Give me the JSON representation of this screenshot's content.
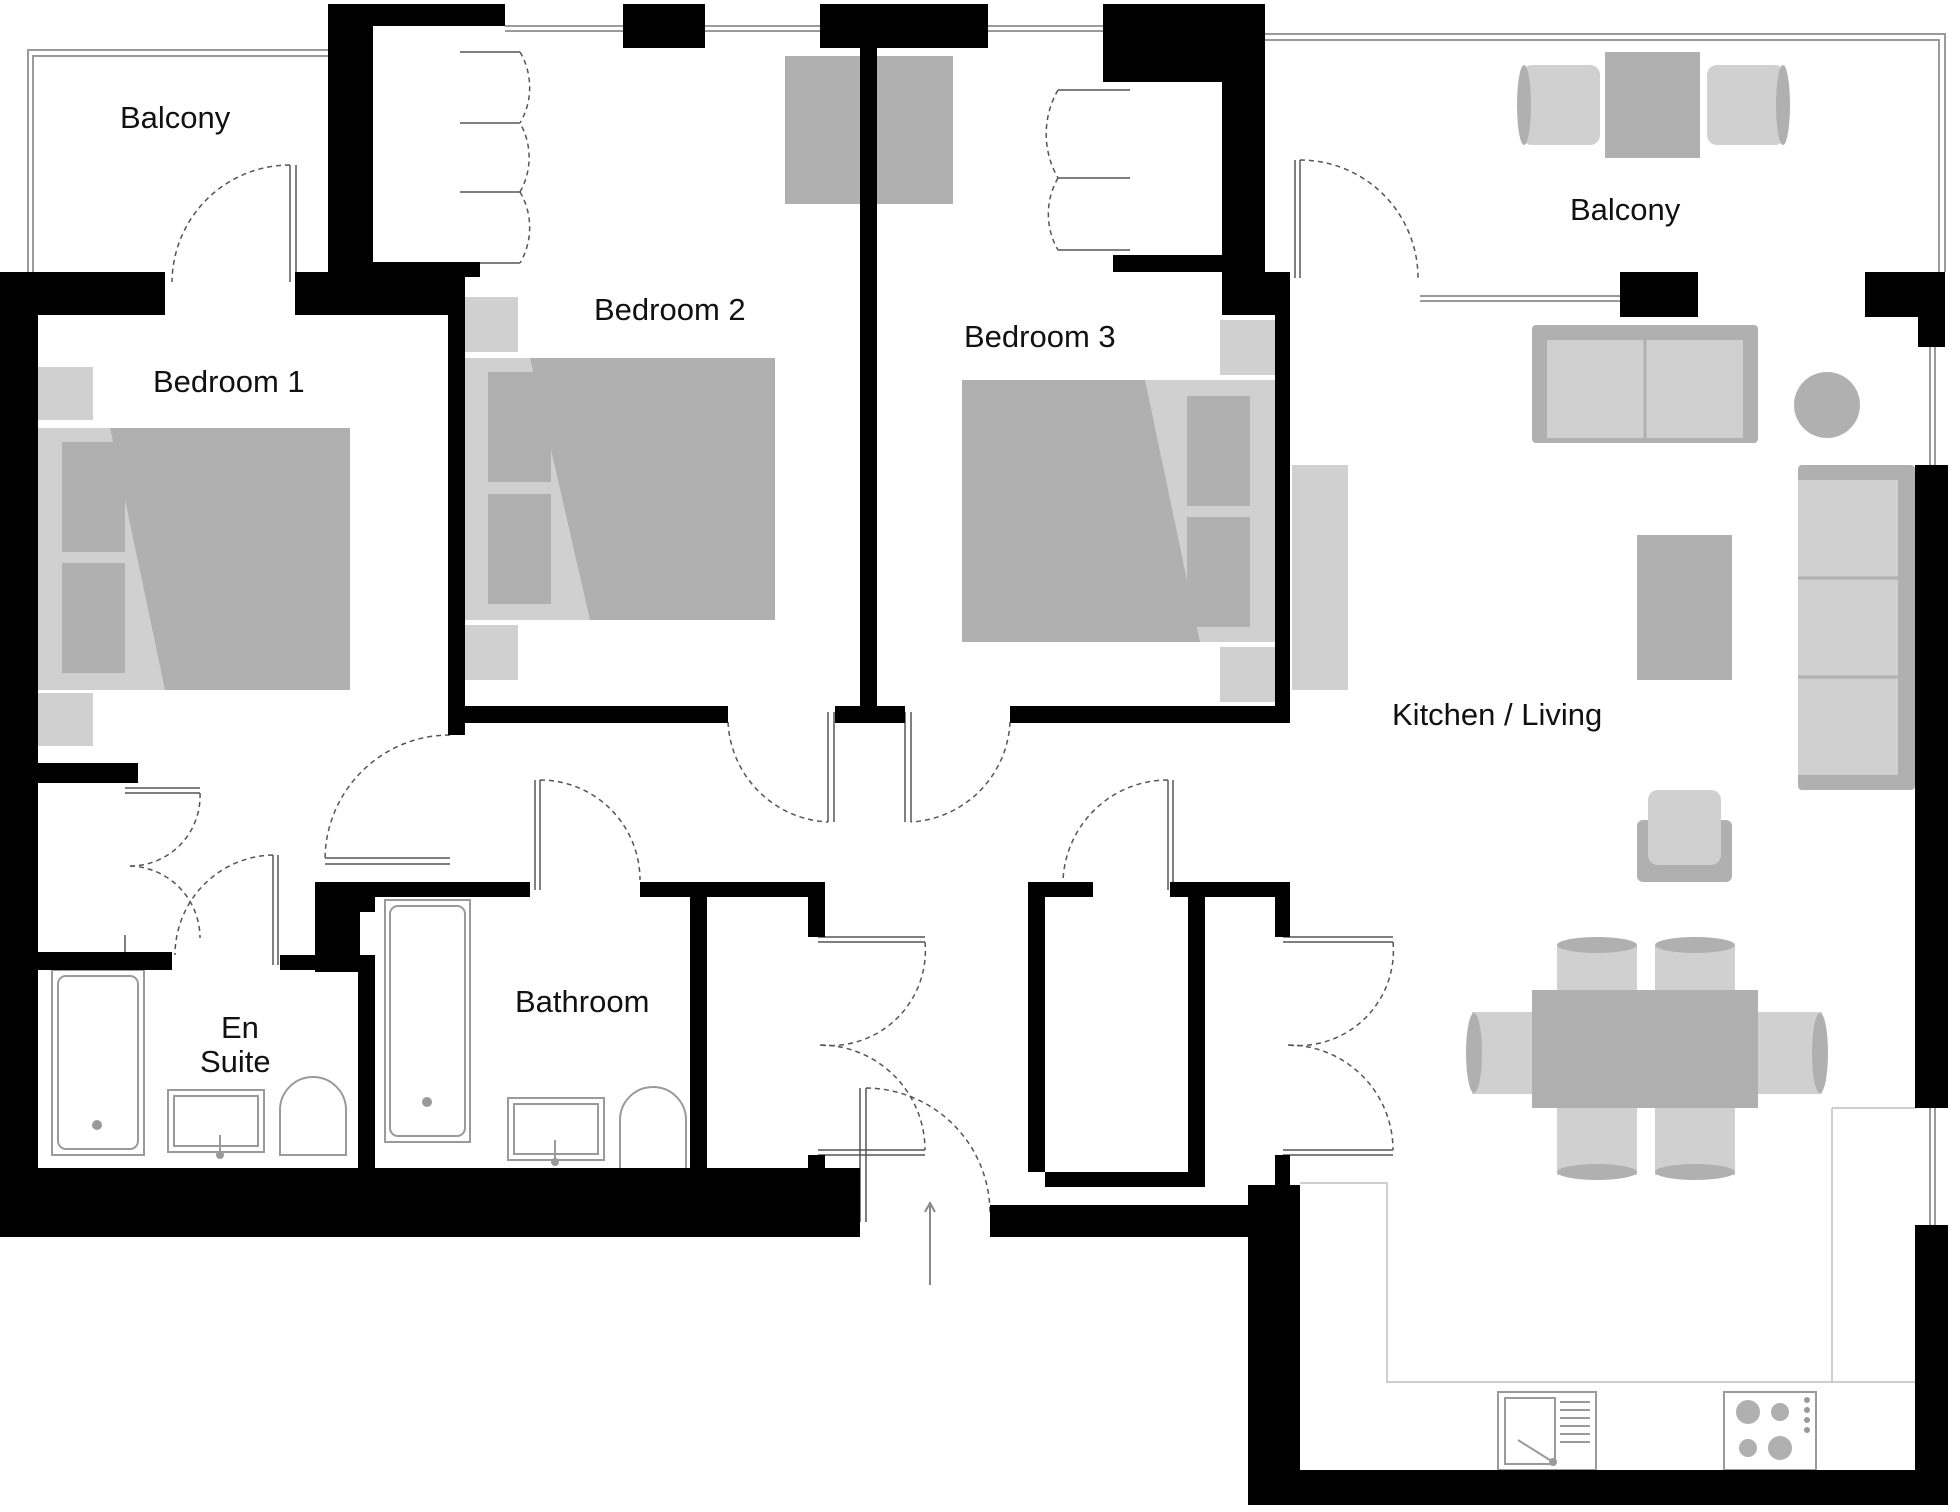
{
  "rooms": {
    "balcony_left": "Balcony",
    "balcony_right": "Balcony",
    "bedroom_1": "Bedroom 1",
    "bedroom_2": "Bedroom 2",
    "bedroom_3": "Bedroom 3",
    "kitchen_living": "Kitchen / Living",
    "bathroom": "Bathroom",
    "en_suite_line1": "En",
    "en_suite_line2": "Suite"
  },
  "colors": {
    "wall": "#000000",
    "furniture_dark": "#b0b0b0",
    "furniture_light": "#d0d0d0",
    "line": "#9a9a9a"
  },
  "icons": {
    "entrance": "entrance-arrow-icon"
  }
}
